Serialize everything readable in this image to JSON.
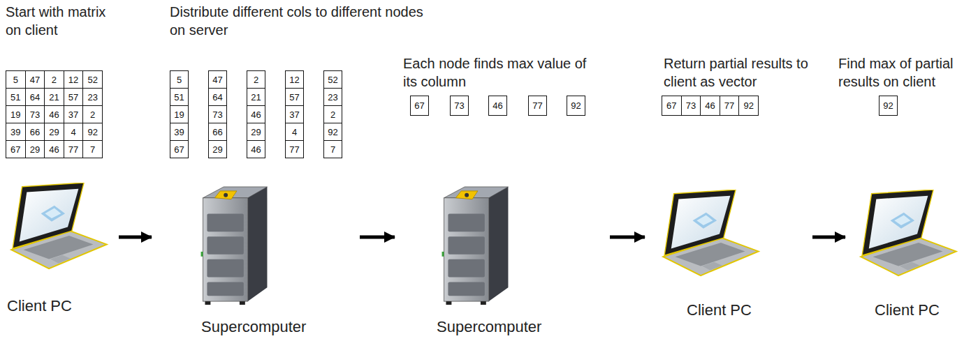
{
  "diagram": {
    "nodes": [
      {
        "text": [
          "Client PC"
        ]
      },
      {
        "text": [
          "Supercomputer"
        ]
      },
      {
        "text": [
          "Supercomputer"
        ]
      },
      {
        "text": [
          "Client PC"
        ]
      },
      {
        "text": [
          "Client PC"
        ]
      }
    ],
    "edges": [
      {
        "from": 0,
        "to": 1,
        "arrow": "to"
      },
      {
        "from": 1,
        "to": 2,
        "arrow": "to"
      },
      {
        "from": 2,
        "to": 3,
        "arrow": "to"
      },
      {
        "from": 3,
        "to": 4,
        "arrow": "to"
      }
    ],
    "labels": [
      "Start with matrix on client",
      "5",
      "47",
      "2",
      "12",
      "52",
      "51",
      "64",
      "21",
      "57",
      "23",
      "19",
      "73",
      "46",
      "37",
      "2",
      "39",
      "66",
      "29",
      "4",
      "92",
      "67",
      "29",
      "46",
      "77",
      "7",
      "Distribute different cols to different nodes on server",
      "5",
      "51",
      "19",
      "39",
      "67",
      "47",
      "64",
      "73",
      "66",
      "29",
      "2",
      "21",
      "46",
      "29",
      "46",
      "12",
      "57",
      "37",
      "4",
      "77",
      "52",
      "23",
      "2",
      "92",
      "7",
      "Each node finds max value of its column",
      "67",
      "73",
      "46",
      "77",
      "92",
      "Return partial results to client as vector",
      "67",
      "73",
      "46",
      "77",
      "92",
      "Find max of partial results on client",
      "92"
    ]
  }
}
